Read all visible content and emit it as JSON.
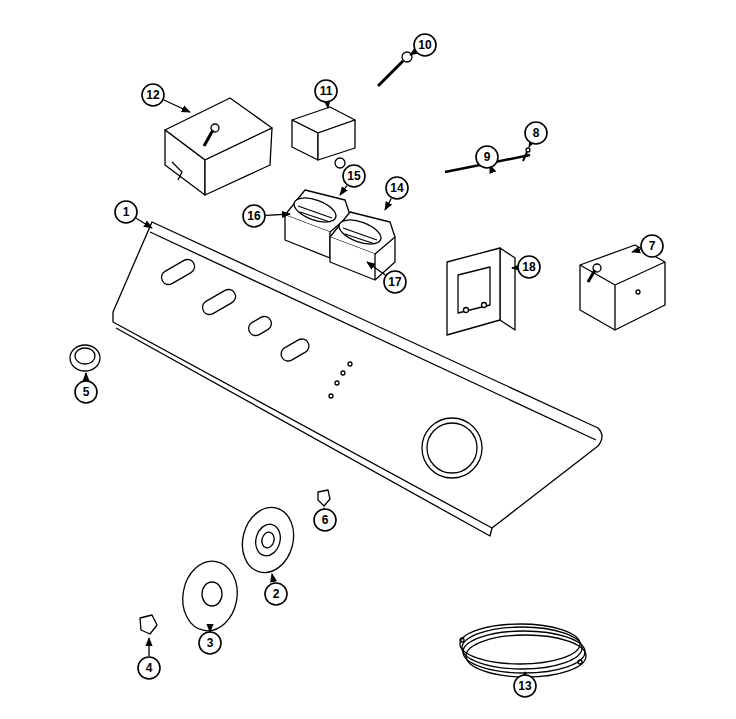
{
  "diagram": {
    "labels": [
      "12",
      "10",
      "11",
      "8",
      "9",
      "15",
      "14",
      "1",
      "16",
      "17",
      "18",
      "7",
      "5",
      "6",
      "2",
      "3",
      "4",
      "13"
    ]
  }
}
